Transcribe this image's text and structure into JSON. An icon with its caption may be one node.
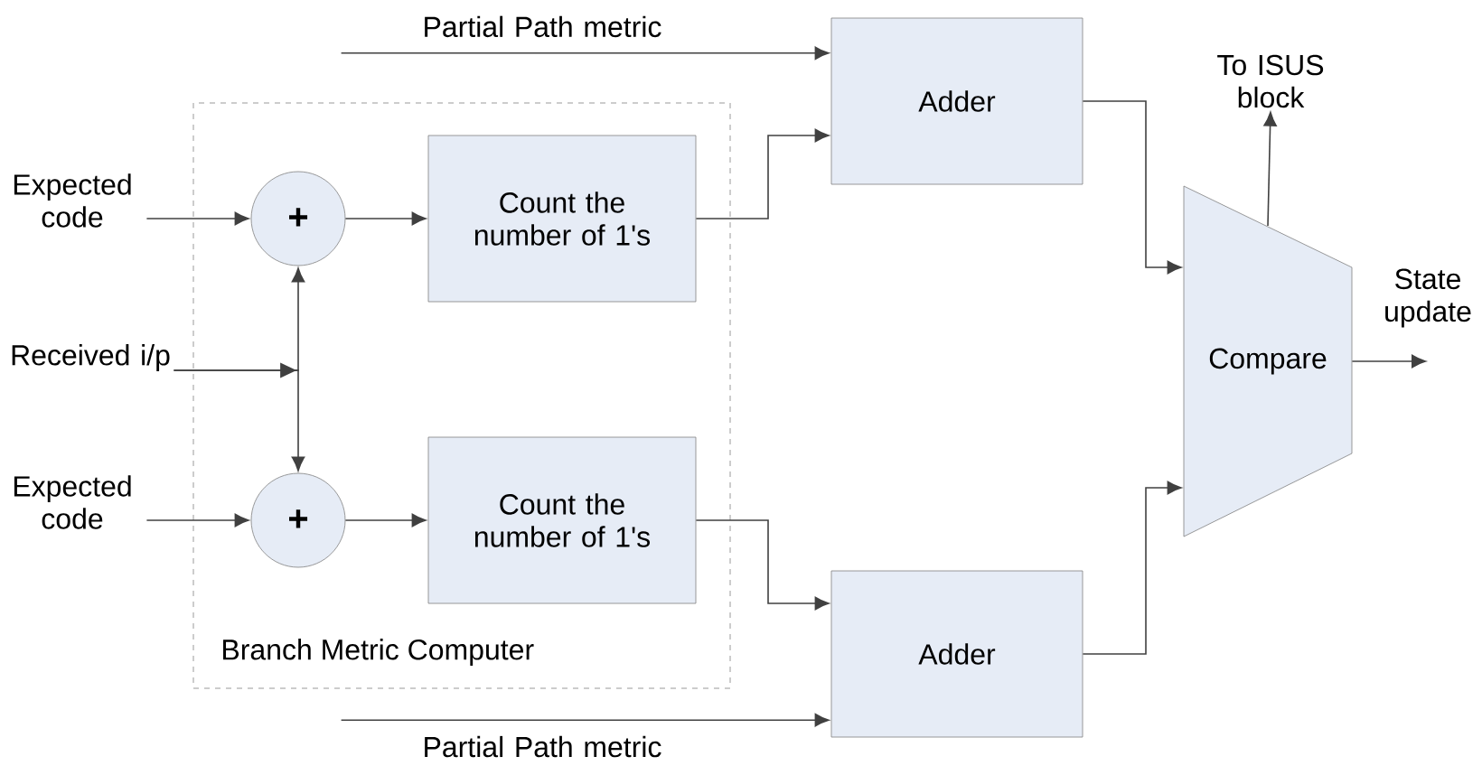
{
  "diagram": {
    "nodes": [
      {
        "text": [
          "Branch Metric Computer"
        ]
      },
      {
        "text": [
          "Expected code"
        ]
      },
      {
        "text": [
          "Received i/p"
        ]
      },
      {
        "text": [
          "Expected code"
        ]
      },
      {
        "text": [
          "+"
        ],
        "in": 0
      },
      {
        "text": [
          "+"
        ],
        "in": 0
      },
      {
        "text": [
          "Count the number of 1's"
        ],
        "in": 0
      },
      {
        "text": [
          "Count the number of 1's"
        ],
        "in": 0
      },
      {
        "text": [
          "Partial Path metric"
        ]
      },
      {
        "text": [
          "Partial Path metric"
        ]
      },
      {
        "text": [
          "Adder"
        ]
      },
      {
        "text": [
          "Adder"
        ]
      },
      {
        "text": [
          "Compare"
        ]
      },
      {
        "text": [
          "To ISUS block"
        ]
      },
      {
        "text": [
          "State update"
        ]
      }
    ],
    "edges": [
      {
        "from": 1,
        "to": 4,
        "arrow": "to"
      },
      {
        "from": 2,
        "to": 4,
        "arrow": "to"
      },
      {
        "from": 2,
        "to": 5,
        "arrow": "to"
      },
      {
        "from": 3,
        "to": 5,
        "arrow": "to"
      },
      {
        "from": 4,
        "to": 6,
        "arrow": "to"
      },
      {
        "from": 5,
        "to": 7,
        "arrow": "to"
      },
      {
        "from": 8,
        "to": 10,
        "arrow": "to"
      },
      {
        "from": 6,
        "to": 10,
        "arrow": "to"
      },
      {
        "from": 7,
        "to": 11,
        "arrow": "to"
      },
      {
        "from": 9,
        "to": 11,
        "arrow": "to"
      },
      {
        "from": 10,
        "to": 12,
        "arrow": "to"
      },
      {
        "from": 11,
        "to": 12,
        "arrow": "to"
      },
      {
        "from": 12,
        "to": 13,
        "arrow": "to"
      },
      {
        "from": 12,
        "to": 14,
        "arrow": "to"
      }
    ]
  }
}
